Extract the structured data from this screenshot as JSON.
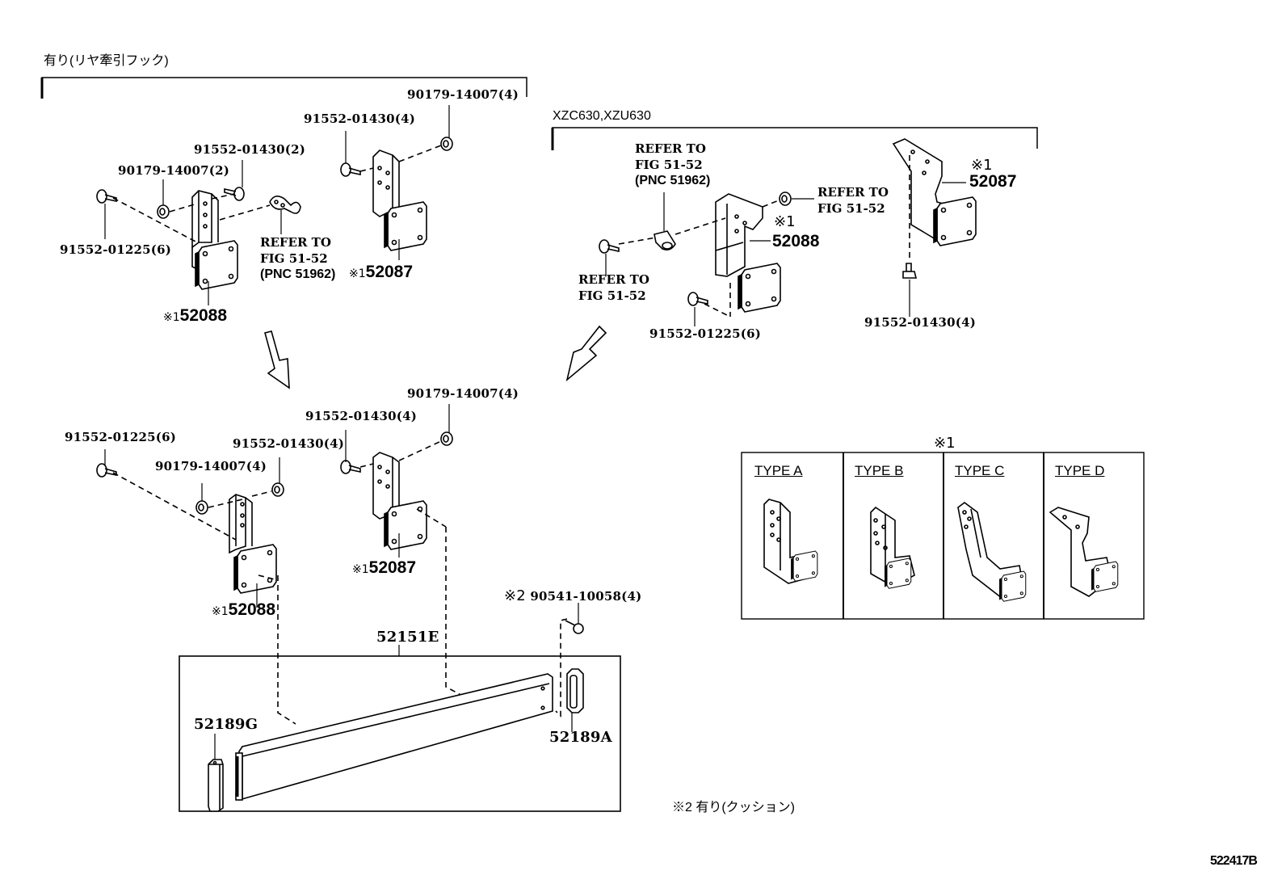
{
  "diagram": {
    "figure_id": "522417B",
    "sections": {
      "with_rear_tow_hook": {
        "heading": "有り(リヤ牽引フック)",
        "labels": {
          "nut_4": "90179-14007(4)",
          "bolt_4": "91552-01430(4)",
          "bolt_2": "91552-01430(2)",
          "nut_2": "90179-14007(2)",
          "bolt_6": "91552-01225(6)",
          "refer_line1": "REFER TO",
          "refer_line2": "FIG 51-52",
          "refer_line3": "(PNC 51962)",
          "bracket_right_mark": "※1",
          "bracket_right": "52087",
          "bracket_left_mark": "※1",
          "bracket_left": "52088"
        }
      },
      "xzc630_xzu630": {
        "heading": "XZC630,XZU630",
        "labels": {
          "refer_top_line1": "REFER TO",
          "refer_top_line2": "FIG 51-52",
          "refer_top_line3": "(PNC 51962)",
          "refer_right_line1": "REFER TO",
          "refer_right_line2": "FIG 51-52",
          "refer_left_line1": "REFER TO",
          "refer_left_line2": "FIG 51-52",
          "bracket_mid_mark": "※1",
          "bracket_mid": "52088",
          "bracket_right_mark": "※1",
          "bracket_right": "52087",
          "bolt_6": "91552-01225(6)",
          "bolt_4": "91552-01430(4)"
        }
      },
      "assembly": {
        "labels": {
          "nut_4_right": "90179-14007(4)",
          "bolt_4_right": "91552-01430(4)",
          "bolt_6": "91552-01225(6)",
          "bolt_4_left": "91552-01430(4)",
          "nut_4_left": "90179-14007(4)",
          "bracket_right_mark": "※1",
          "bracket_right": "52087",
          "bracket_left_mark": "※1",
          "bracket_left": "52088",
          "rivet_mark": "※2",
          "rivet": "90541-10058(4)",
          "bumper": "52151E",
          "cushion_left": "52189G",
          "cushion_right": "52189A"
        }
      },
      "types": {
        "heading": "※1",
        "items": [
          {
            "label": "TYPE A"
          },
          {
            "label": "TYPE B"
          },
          {
            "label": "TYPE C"
          },
          {
            "label": "TYPE D"
          }
        ]
      }
    },
    "footnote": "※2 有り(クッション)"
  }
}
